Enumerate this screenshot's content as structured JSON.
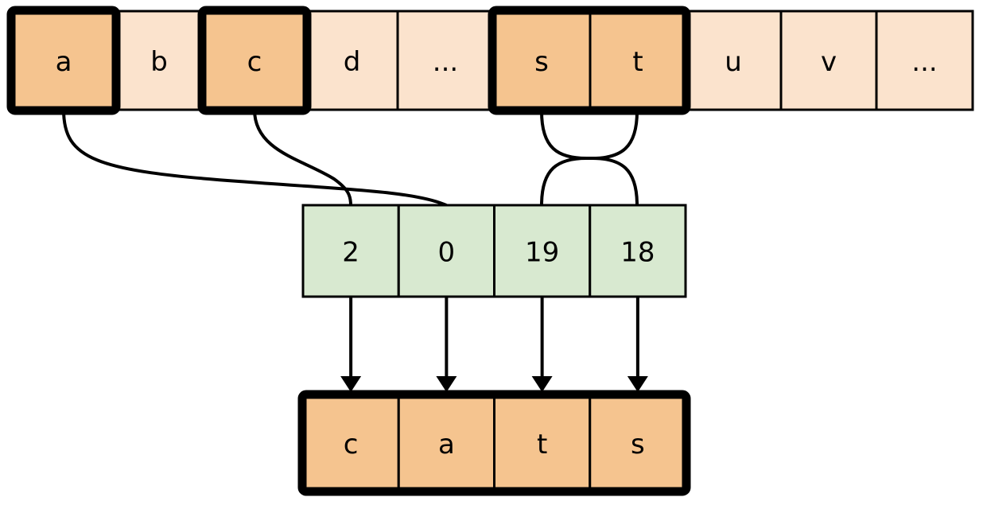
{
  "diagram": {
    "title": "string-indexing-gather",
    "colors": {
      "cell_highlight": "#f5c48f",
      "cell_normal": "#fbe3cd",
      "index_fill": "#d8e9d0",
      "result_fill": "#f5c48f",
      "outline": "#000000",
      "background": "#ffffff"
    },
    "alphabet_row": {
      "name": "alphabet-cells",
      "cells": [
        {
          "label": "a",
          "highlighted": true,
          "selected": true
        },
        {
          "label": "b",
          "highlighted": false,
          "selected": false
        },
        {
          "label": "c",
          "highlighted": true,
          "selected": true
        },
        {
          "label": "d",
          "highlighted": false,
          "selected": false
        },
        {
          "label": "...",
          "highlighted": false,
          "selected": false
        },
        {
          "label": "s",
          "highlighted": true,
          "selected": true
        },
        {
          "label": "t",
          "highlighted": true,
          "selected": true
        },
        {
          "label": "u",
          "highlighted": false,
          "selected": false
        },
        {
          "label": "v",
          "highlighted": false,
          "selected": false
        },
        {
          "label": "...",
          "highlighted": false,
          "selected": false
        }
      ]
    },
    "index_row": {
      "name": "index-cells",
      "values": [
        "2",
        "0",
        "19",
        "18"
      ]
    },
    "result_row": {
      "name": "result-cells",
      "letters": [
        "c",
        "a",
        "t",
        "s"
      ]
    },
    "mappings": [
      {
        "from": "a",
        "to_index_slot": 2,
        "to_value": "0"
      },
      {
        "from": "c",
        "to_index_slot": 1,
        "to_value": "2"
      },
      {
        "from": "s",
        "to_index_slot": 4,
        "to_value": "18"
      },
      {
        "from": "t",
        "to_index_slot": 3,
        "to_value": "19"
      }
    ],
    "arrows": [
      {
        "from_value": "2",
        "to_letter": "c"
      },
      {
        "from_value": "0",
        "to_letter": "a"
      },
      {
        "from_value": "19",
        "to_letter": "t"
      },
      {
        "from_value": "18",
        "to_letter": "s"
      }
    ]
  }
}
